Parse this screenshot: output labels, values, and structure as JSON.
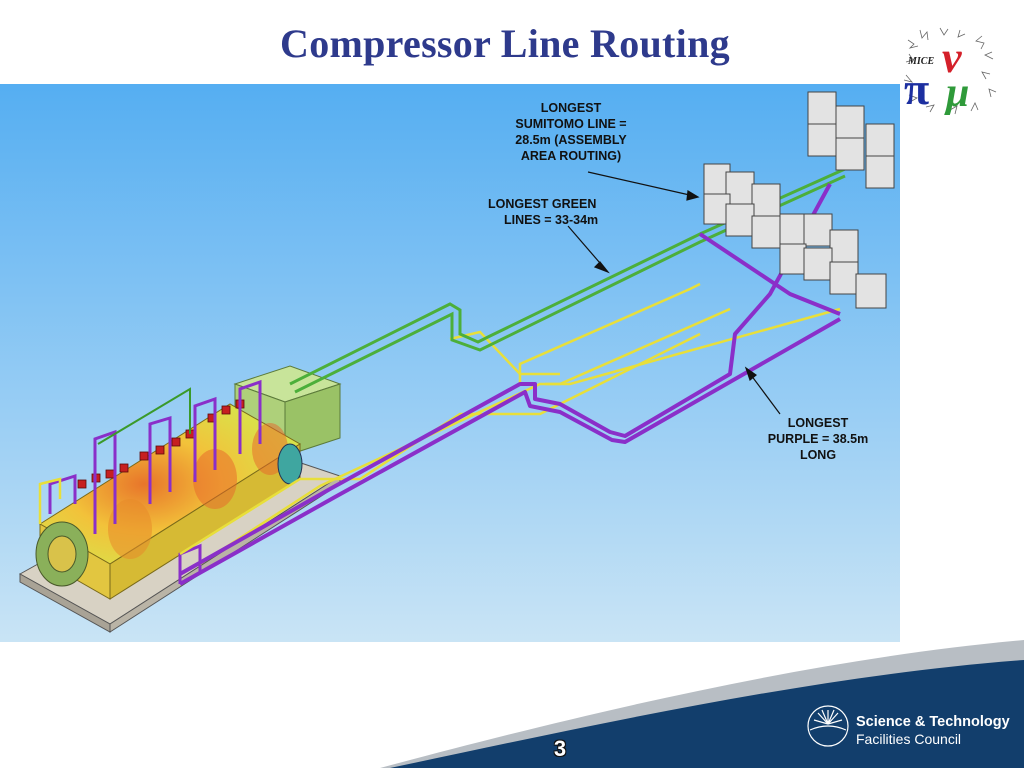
{
  "slide": {
    "title": "Compressor Line Routing",
    "page_number": "3"
  },
  "logo": {
    "top_text": "MICE",
    "letters": [
      "π",
      "ν",
      "μ"
    ],
    "colors": {
      "pi": "#1c2fa0",
      "nu": "#d4202a",
      "mu": "#2f9a3a"
    }
  },
  "annotations": {
    "sumitomo": [
      "LONGEST",
      "SUMITOMO LINE =",
      "28.5m (ASSEMBLY",
      "AREA ROUTING)"
    ],
    "green": [
      "LONGEST GREEN",
      "LINES = 33-34m"
    ],
    "purple": [
      "LONGEST",
      "PURPLE = 38.5m",
      "LONG"
    ]
  },
  "footer": {
    "org_line1": "Science & Technology",
    "org_line2": "Facilities Council"
  },
  "colors": {
    "title": "#2e3a8c",
    "diagram_bg_top": "#55aef2",
    "diagram_bg_bottom": "#c9e4f5",
    "green_line": "#4caf3a",
    "yellow_line": "#e8df3a",
    "purple_line": "#8a2fc9",
    "footer_blue": "#123e6c"
  }
}
